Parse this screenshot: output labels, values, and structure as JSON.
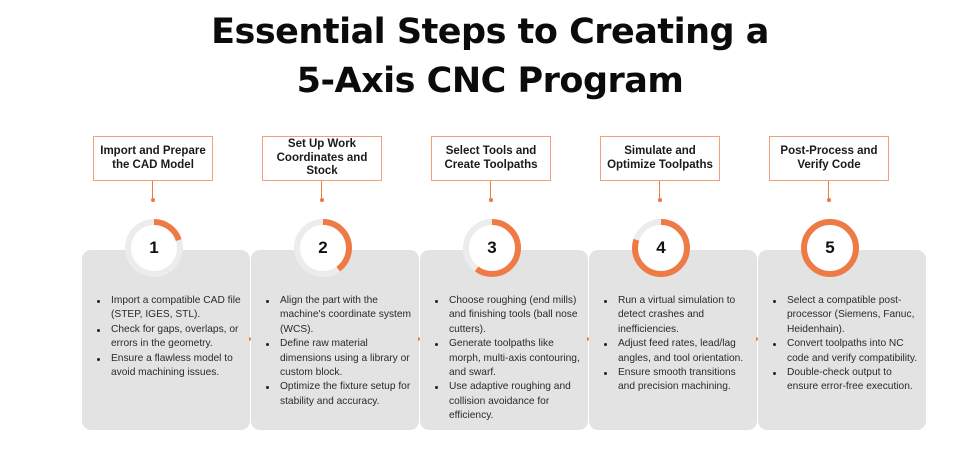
{
  "title": {
    "line1": "Essential Steps to Creating a",
    "line2": "5-Axis CNC Program"
  },
  "colors": {
    "accent": "#ee7a45",
    "header_border": "#f0a07a",
    "card_bg": "#e3e3e3",
    "ring_track": "#ececec"
  },
  "steps": [
    {
      "number": "1",
      "heading": "Import and Prepare the CAD Model",
      "progress": 0.2,
      "bullets": [
        "Import a compatible CAD file (STEP, IGES, STL).",
        "Check for gaps, overlaps, or errors in the geometry.",
        "Ensure a flawless model to avoid machining issues."
      ]
    },
    {
      "number": "2",
      "heading": "Set Up Work Coordinates and Stock",
      "progress": 0.4,
      "bullets": [
        "Align the part with the machine's coordinate system (WCS).",
        "Define raw material dimensions using a library or custom block.",
        "Optimize the fixture setup for stability and accuracy."
      ]
    },
    {
      "number": "3",
      "heading": "Select Tools and Create Toolpaths",
      "progress": 0.6,
      "bullets": [
        "Choose roughing (end mills) and finishing tools (ball nose cutters).",
        "Generate toolpaths like morph, multi-axis contouring, and swarf.",
        "Use adaptive roughing and collision avoidance for efficiency."
      ]
    },
    {
      "number": "4",
      "heading": "Simulate and Optimize Toolpaths",
      "progress": 0.8,
      "bullets": [
        "Run a virtual simulation to detect crashes and inefficiencies.",
        "Adjust feed rates, lead/lag angles, and tool orientation.",
        "Ensure smooth transitions and precision machining."
      ]
    },
    {
      "number": "5",
      "heading": "Post-Process and Verify Code",
      "progress": 1.0,
      "bullets": [
        "Select a compatible post-processor (Siemens, Fanuc, Heidenhain).",
        "Convert toolpaths into NC code and verify compatibility.",
        "Double-check output to ensure error-free execution."
      ]
    }
  ]
}
